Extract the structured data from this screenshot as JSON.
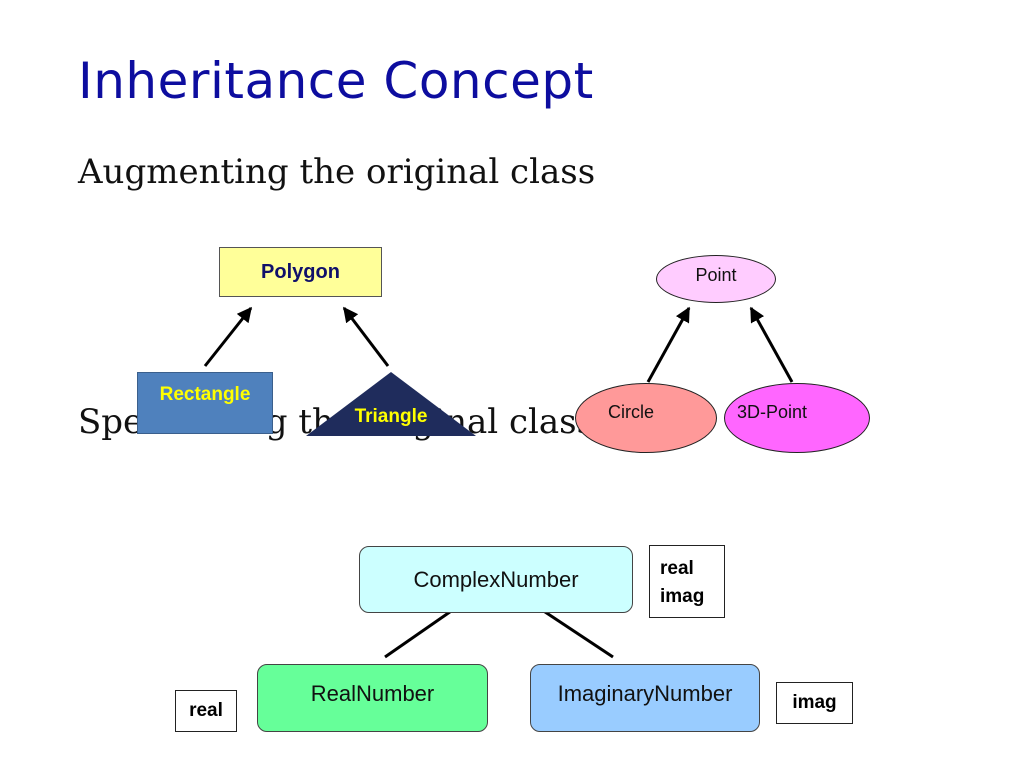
{
  "slide": {
    "title": "Inheritance Concept",
    "line1": "Augmenting the original class",
    "line2": "Specializing the original class"
  },
  "diagram": {
    "polygon": "Polygon",
    "rectangle": "Rectangle",
    "triangle": "Triangle",
    "point": "Point",
    "circle": "Circle",
    "point3d": "3D-Point",
    "complex_number": "ComplexNumber",
    "complex_attrs": [
      "real",
      "imag"
    ],
    "real_number": "RealNumber",
    "real_attr": "real",
    "imaginary_number": "ImaginaryNumber",
    "imag_attr": "imag"
  },
  "colors": {
    "title": "#0d0d9f",
    "polygon_fill": "#ffff99",
    "rectangle_fill": "#4f81bd",
    "triangle_fill": "#1f2c5c",
    "shape_label": "#ffff00",
    "point_fill": "#ffccff",
    "circle_fill": "#ff9999",
    "point3d_fill": "#ff66ff",
    "complex_fill": "#ccffff",
    "real_fill": "#66ff99",
    "imaginary_fill": "#99ccff"
  }
}
